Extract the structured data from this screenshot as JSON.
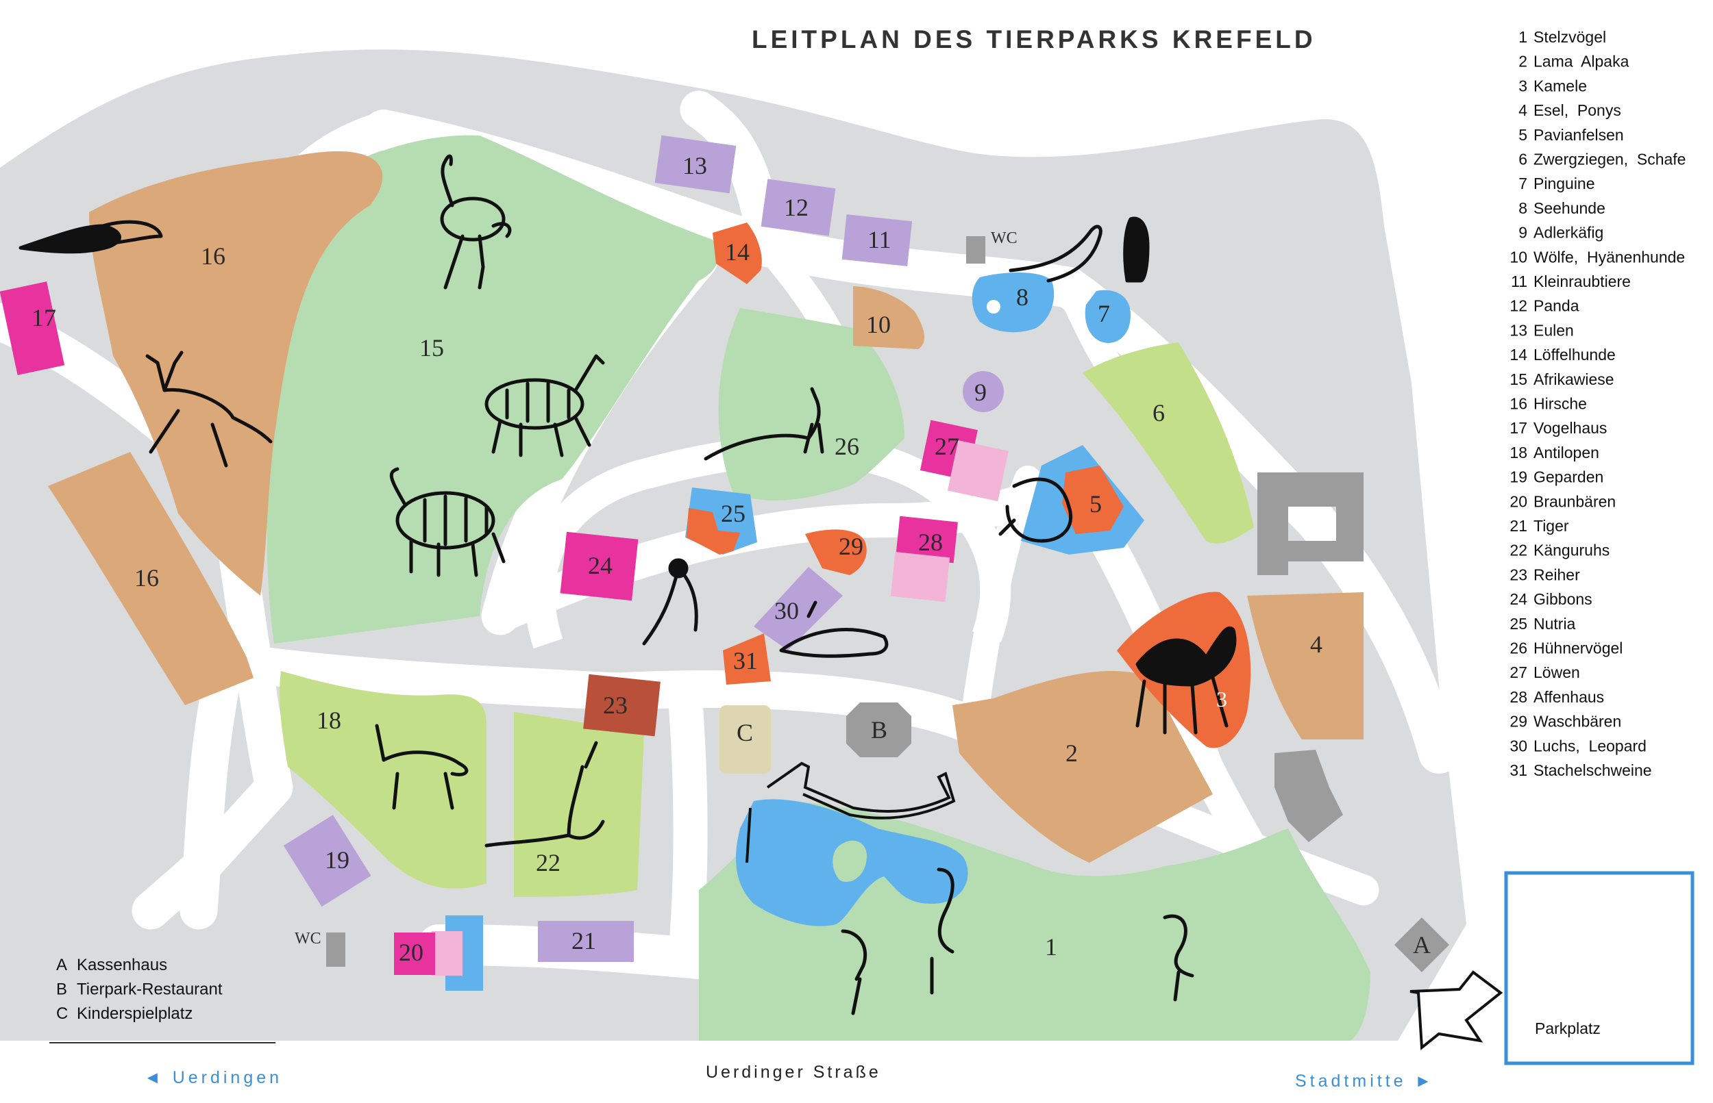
{
  "title": "LEITPLAN DES TIERPARKS KREFELD",
  "legend_animals": [
    {
      "num": "1",
      "name": "Stelzvögel"
    },
    {
      "num": "2",
      "name": "Lama  Alpaka"
    },
    {
      "num": "3",
      "name": "Kamele"
    },
    {
      "num": "4",
      "name": "Esel,  Ponys"
    },
    {
      "num": "5",
      "name": "Pavianfelsen"
    },
    {
      "num": "6",
      "name": "Zwergziegen,  Schafe"
    },
    {
      "num": "7",
      "name": "Pinguine"
    },
    {
      "num": "8",
      "name": "Seehunde"
    },
    {
      "num": "9",
      "name": "Adlerkäfig"
    },
    {
      "num": "10",
      "name": "Wölfe,  Hyänenhunde"
    },
    {
      "num": "11",
      "name": "Kleinraubtiere"
    },
    {
      "num": "12",
      "name": "Panda"
    },
    {
      "num": "13",
      "name": "Eulen"
    },
    {
      "num": "14",
      "name": "Löffelhunde"
    },
    {
      "num": "15",
      "name": "Afrikawiese"
    },
    {
      "num": "16",
      "name": "Hirsche"
    },
    {
      "num": "17",
      "name": "Vogelhaus"
    },
    {
      "num": "18",
      "name": "Antilopen"
    },
    {
      "num": "19",
      "name": "Geparden"
    },
    {
      "num": "20",
      "name": "Braunbären"
    },
    {
      "num": "21",
      "name": "Tiger"
    },
    {
      "num": "22",
      "name": "Känguruhs"
    },
    {
      "num": "23",
      "name": "Reiher"
    },
    {
      "num": "24",
      "name": "Gibbons"
    },
    {
      "num": "25",
      "name": "Nutria"
    },
    {
      "num": "26",
      "name": "Hühnervögel"
    },
    {
      "num": "27",
      "name": "Löwen"
    },
    {
      "num": "28",
      "name": "Affenhaus"
    },
    {
      "num": "29",
      "name": "Waschbären"
    },
    {
      "num": "30",
      "name": "Luchs,  Leopard"
    },
    {
      "num": "31",
      "name": "Stachelschweine"
    }
  ],
  "legend_facilities": [
    {
      "key": "A",
      "name": "Kassenhaus"
    },
    {
      "key": "B",
      "name": "Tierpark-Restaurant"
    },
    {
      "key": "C",
      "name": "Kinderspielplatz"
    }
  ],
  "labels": {
    "wc": "WC",
    "parking": "Parkplatz",
    "street": "Uerdinger Straße",
    "dir_left": "◄  Uerdingen",
    "dir_right": "Stadtmitte  ►",
    "facility_a": "A",
    "facility_b": "B",
    "facility_c": "C"
  },
  "enclosures": {
    "e1": "1",
    "e2": "2",
    "e3": "3",
    "e4": "4",
    "e5": "5",
    "e6": "6",
    "e7": "7",
    "e8": "8",
    "e9": "9",
    "e10": "10",
    "e11": "11",
    "e12": "12",
    "e13": "13",
    "e14": "14",
    "e15": "15",
    "e16a": "16",
    "e16b": "16",
    "e17": "17",
    "e18": "18",
    "e19": "19",
    "e20": "20",
    "e21": "21",
    "e22": "22",
    "e23": "23",
    "e24": "24",
    "e25": "25",
    "e26": "26",
    "e27": "27",
    "e28": "28",
    "e29": "29",
    "e30": "30",
    "e31": "31"
  },
  "colors": {
    "path": "#ffffff",
    "ground": "#d9dbdd",
    "meadow_green": "#b6dcb2",
    "light_green": "#c4df8a",
    "tan": "#dba87a",
    "orange": "#ee6b3c",
    "magenta": "#e8339f",
    "pink": "#f2b5d8",
    "purple": "#b9a2d8",
    "blue": "#5fb2ec",
    "brown_red": "#b9503a",
    "grey_building": "#9c9c9c",
    "beige": "#ddd6b0",
    "parking_border": "#3b8fd6"
  }
}
